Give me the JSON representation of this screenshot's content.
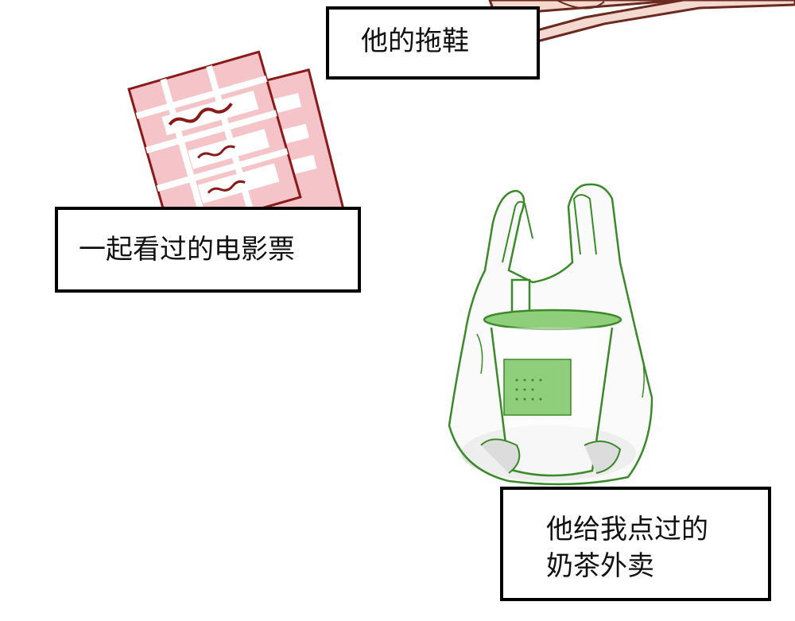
{
  "captions": {
    "slippers": "他的拖鞋",
    "tickets": "一起看过的电影票",
    "tea_line1": "他给我点过的",
    "tea_line2": "奶茶外卖"
  },
  "colors": {
    "ticket_fill": "#f4c4c8",
    "ticket_outline": "#8a1a1a",
    "bag_outline": "#3a8a2a",
    "cup_label": "#8fcf7c",
    "shadow_grey": "#e2e2e2",
    "slipper_fill": "#f6d7cc"
  },
  "icons": {
    "slipper": "slipper-illustration",
    "tickets": "movie-tickets-illustration",
    "bag": "milk-tea-takeout-bag-illustration"
  }
}
